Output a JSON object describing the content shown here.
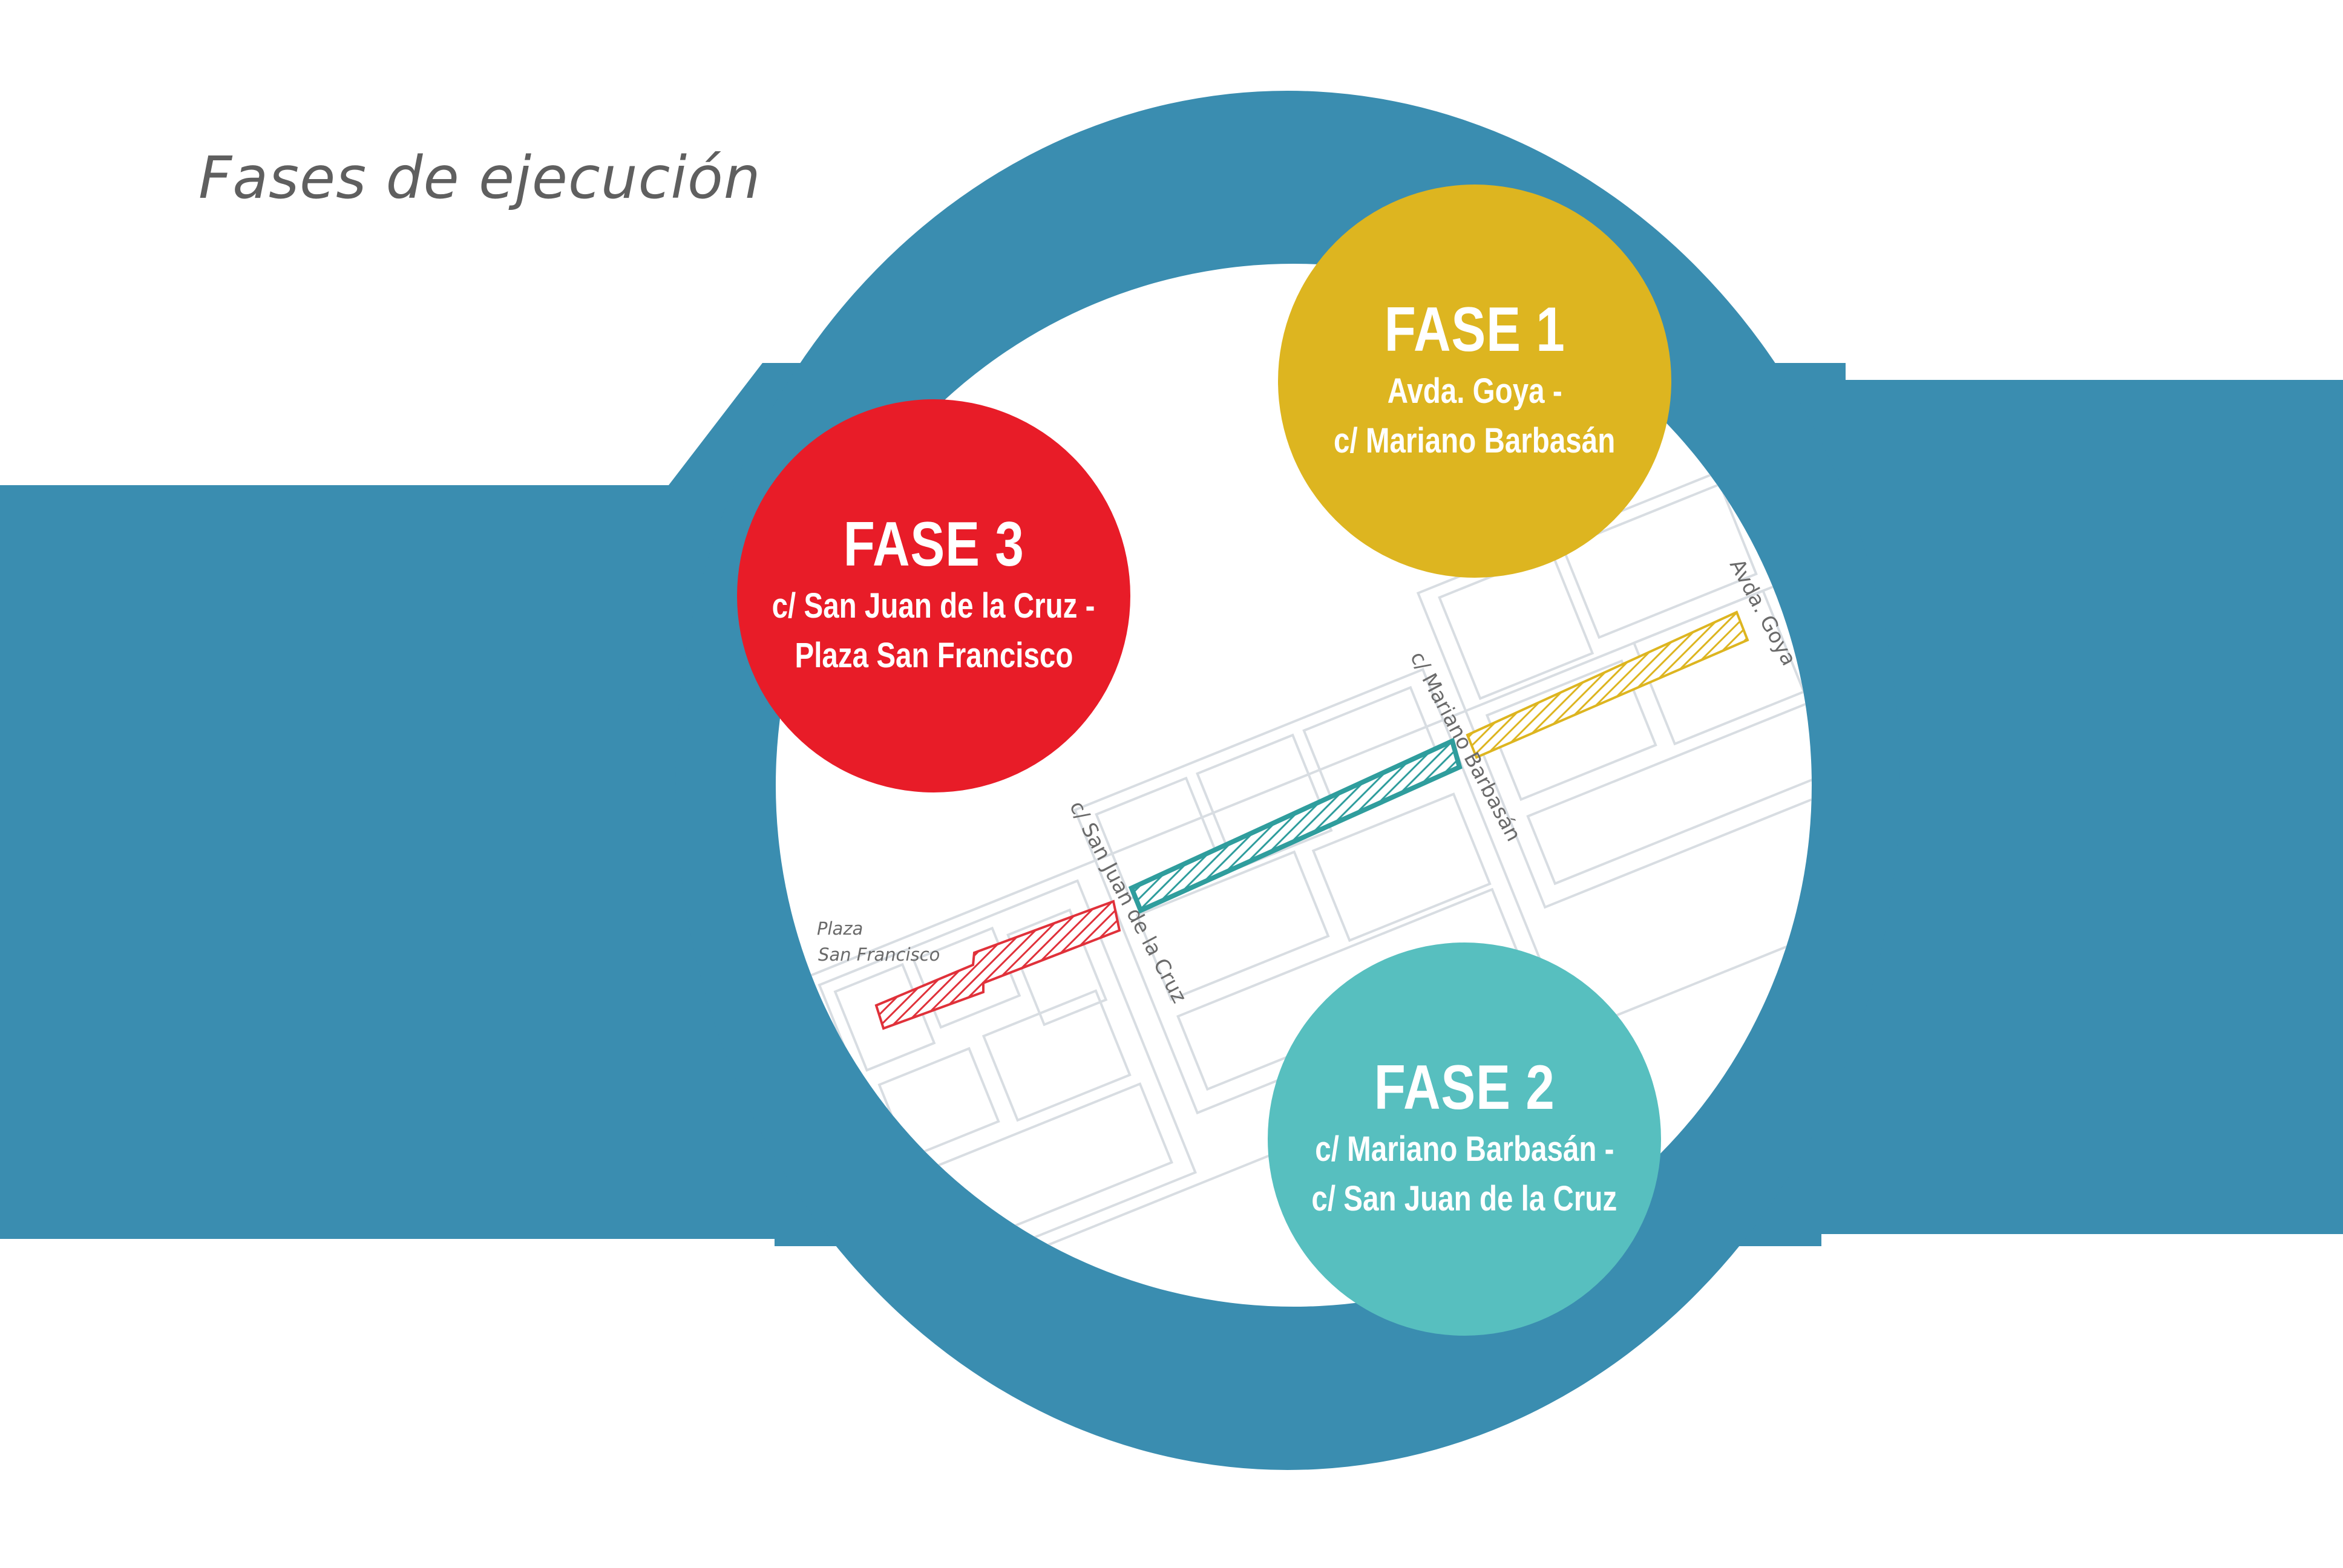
{
  "title": "Fases de ejecución",
  "colors": {
    "band": "#3a8db0",
    "fase1": "#ddb520",
    "fase2": "#57bfbf",
    "fase3": "#e81c28",
    "title_text": "#5f5f5f"
  },
  "phases": [
    {
      "id": "fase1",
      "label": "FASE 1",
      "line1": "Avda. Goya -",
      "line2": "c/ Mariano Barbasán"
    },
    {
      "id": "fase2",
      "label": "FASE 2",
      "line1": "c/ Mariano Barbasán -",
      "line2": "c/ San Juan de la Cruz"
    },
    {
      "id": "fase3",
      "label": "FASE 3",
      "line1": "c/ San Juan de la Cruz -",
      "line2": "Plaza San Francisco"
    }
  ],
  "map": {
    "street_avda_goya": "Avda. Goya",
    "street_mariano": "c/ Mariano Barbasán",
    "street_san_juan": "c/ San Juan de la Cruz",
    "plaza_line1": "Plaza",
    "plaza_line2": "San Francisco"
  }
}
